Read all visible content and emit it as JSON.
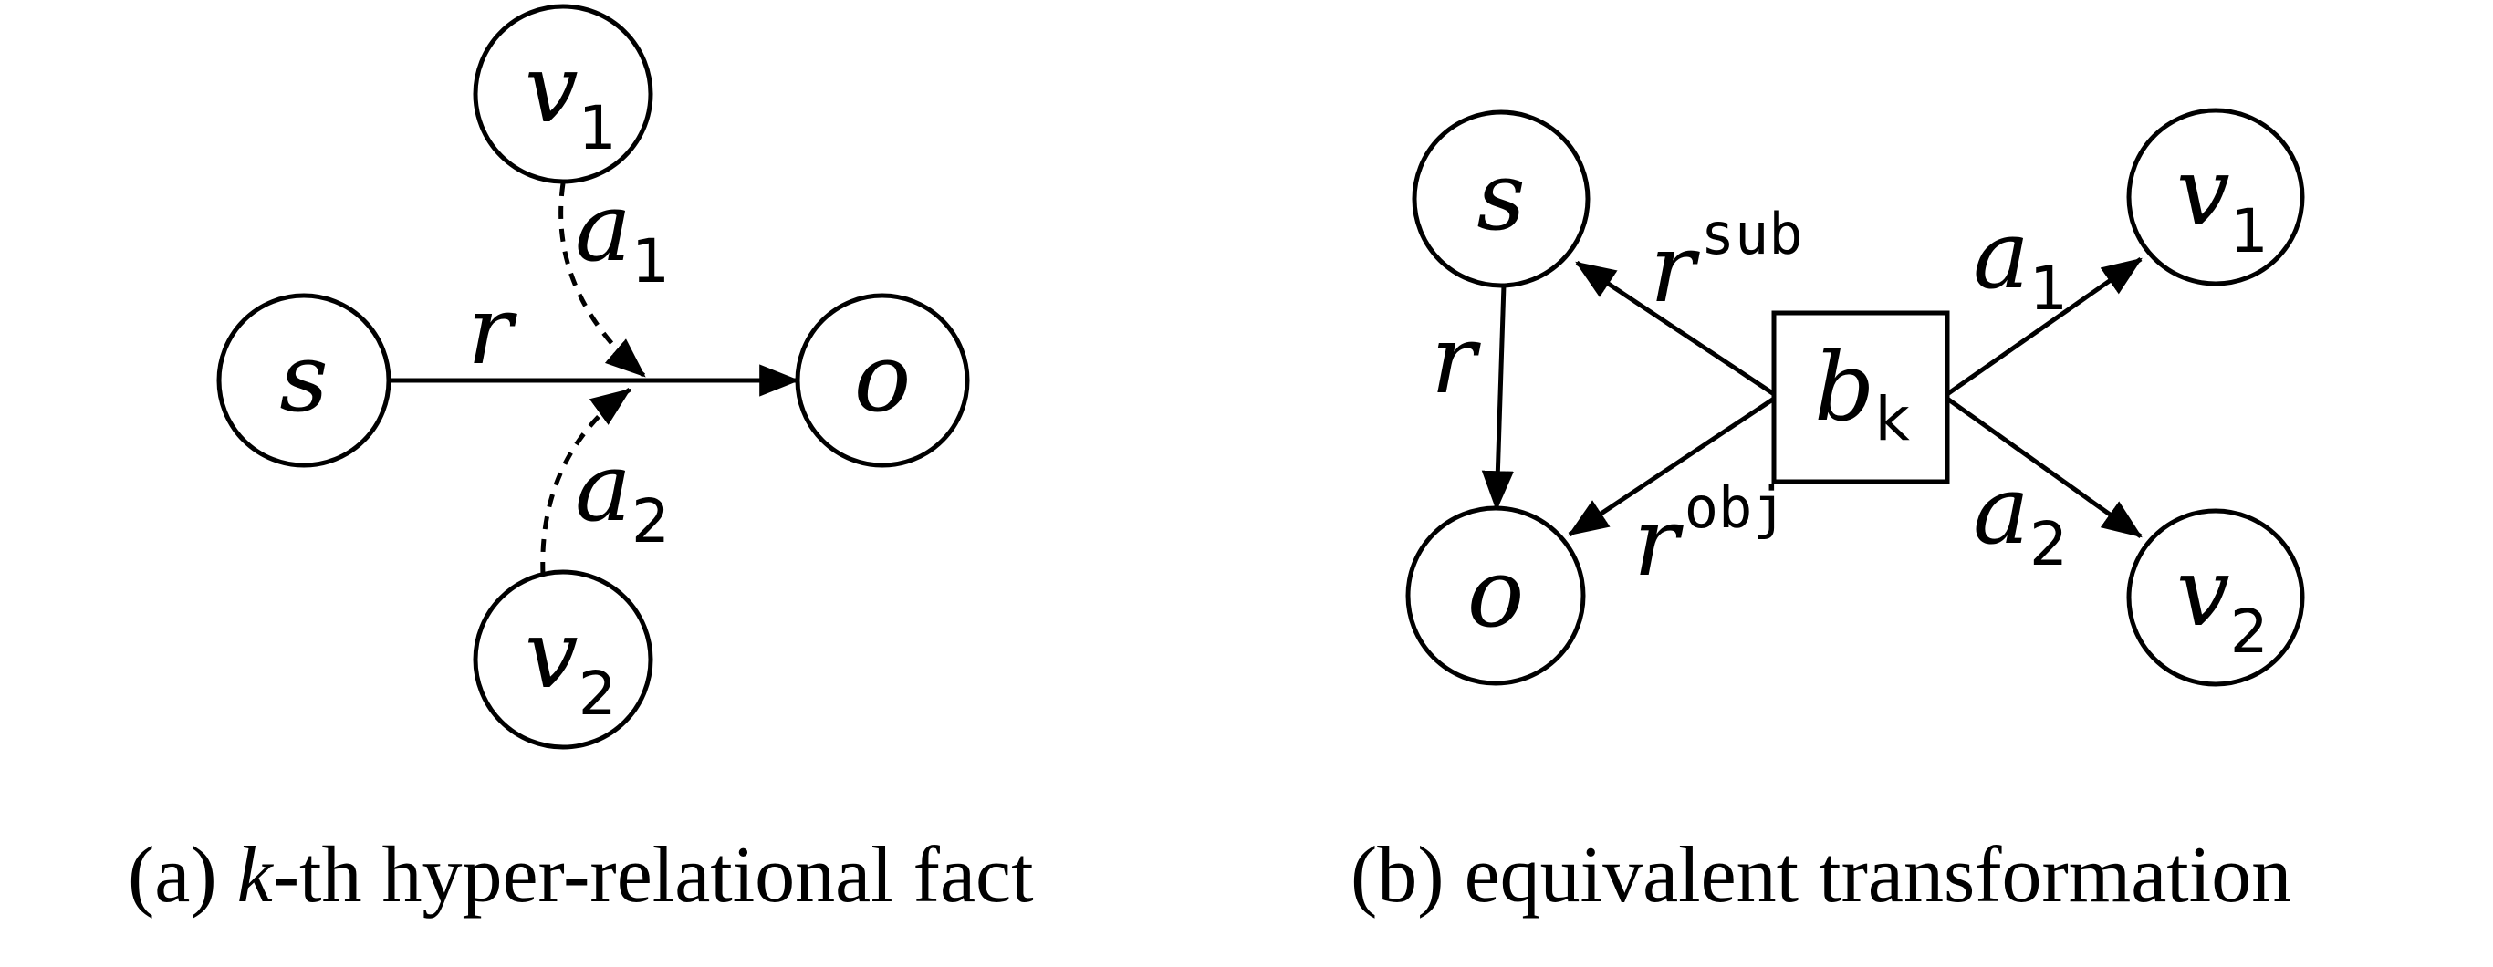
{
  "panel_a": {
    "nodes": {
      "s": "s",
      "o": "o",
      "v1": "v",
      "v1_sub": "1",
      "v2": "v",
      "v2_sub": "2"
    },
    "edges": {
      "r": "r",
      "a1": "a",
      "a1_sub": "1",
      "a2": "a",
      "a2_sub": "2"
    },
    "caption": {
      "prefix": "(a) ",
      "italic": "k",
      "rest": "-th hyper-relational fact"
    }
  },
  "panel_b": {
    "nodes": {
      "s": "s",
      "o": "o",
      "b": "b",
      "b_sub": "k",
      "v1": "v",
      "v1_sub": "1",
      "v2": "v",
      "v2_sub": "2"
    },
    "edges": {
      "r": "r",
      "r_sub": "r",
      "r_sub_sup": "sub",
      "r_obj": "r",
      "r_obj_sup": "obj",
      "a1": "a",
      "a1_sub": "1",
      "a2": "a",
      "a2_sub": "2"
    },
    "caption": {
      "text": "(b) equivalent transformation"
    }
  }
}
